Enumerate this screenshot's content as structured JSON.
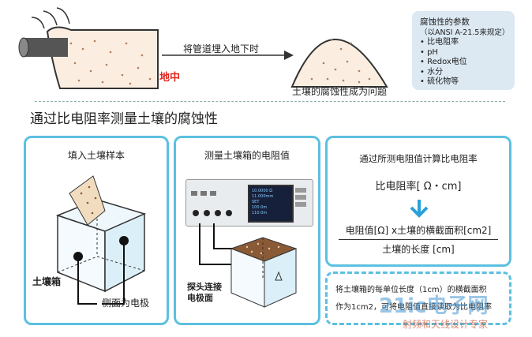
{
  "top": {
    "ground_label": "地中",
    "arrow_label": "将管道埋入地下时",
    "mound_caption": "土壤的腐蚀性成为问题",
    "params": {
      "title": "腐蚀性的参数",
      "subtitle": "（以ANSI A-21.5来规定）",
      "items": [
        "比电阻率",
        "pH",
        "Redox电位",
        "水分",
        "硫化物等"
      ]
    }
  },
  "heading": "通过比电阻率测量土壤的腐蚀性",
  "panels": {
    "left": {
      "title": "填入土壤样本",
      "box_label": "土壤箱",
      "side_label": "侧面为电极"
    },
    "middle": {
      "title": "测量土壤箱的电阻值",
      "probe_label_1": "探头连接",
      "probe_label_2": "电极面",
      "screen_lines": [
        "10.0000 Ω",
        "11.000mm",
        "SET",
        "100.0m",
        "110.0m"
      ]
    },
    "right": {
      "title": "通过所测电阻值计算比电阻率",
      "formula_top": "比电阻率[ Ω・cm]",
      "numerator": "电阻值[Ω] x土壤的横截面积[cm2]",
      "denominator": "土壤的长度 [cm]"
    },
    "note": {
      "line1": "将土壤箱的每单位长度（1cm）的横截面积",
      "line2": "作为1cm2，可将电阻值直接读取为比电阻率"
    }
  },
  "watermark": {
    "big": "21ic电子网",
    "small": "射频和天线设计专家"
  },
  "colors": {
    "accent": "#5cc0e0",
    "red": "#e0281f",
    "arrow": "#2aa0d8",
    "param_bg": "#dce9f3"
  }
}
